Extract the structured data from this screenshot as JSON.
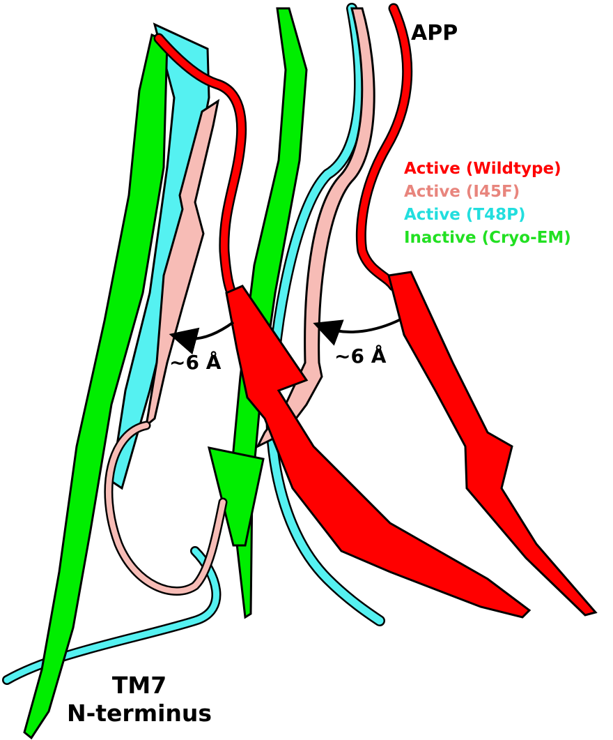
{
  "labels": {
    "app": "APP",
    "measurement_left": "~6 Å",
    "measurement_right": "~6 Å",
    "tm7_line1": "TM7",
    "tm7_line2": "N-terminus"
  },
  "legend": [
    {
      "label": "Active (Wildtype)",
      "color": "#ff0000"
    },
    {
      "label": "Active (I45F)",
      "color": "#e8857d"
    },
    {
      "label": "Active (T48P)",
      "color": "#22dede"
    },
    {
      "label": "Inactive (Cryo-EM)",
      "color": "#22e022"
    }
  ],
  "colors": {
    "wildtype": "#ff0000",
    "i45f": "#f7bcb6",
    "t48p": "#55f1f1",
    "cryo_em": "#00ee00",
    "outline": "#000000"
  }
}
